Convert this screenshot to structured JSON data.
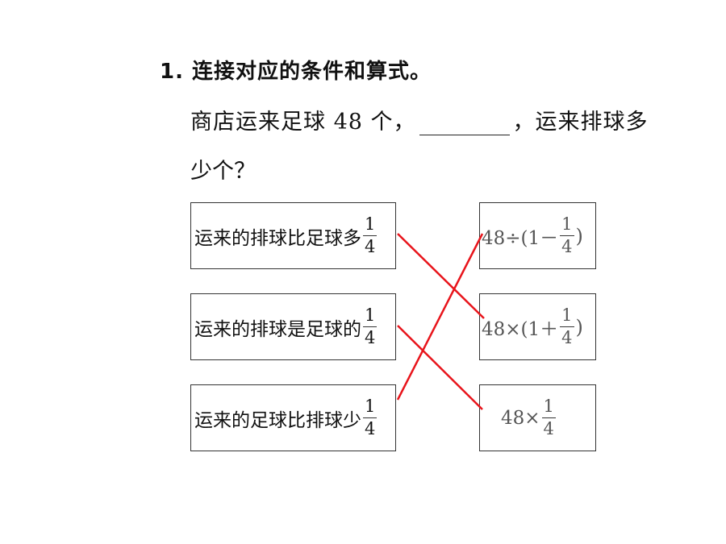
{
  "question": {
    "number": "1.",
    "prompt": "连接对应的条件和算式。",
    "text_before_blank": "商店运来足球 48 个，",
    "text_after_blank": "，运来排球多",
    "text_line2": "少个？"
  },
  "left_items": [
    {
      "text": "运来的排球比足球多",
      "num": "1",
      "den": "4"
    },
    {
      "text": "运来的排球是足球的",
      "num": "1",
      "den": "4"
    },
    {
      "text": "运来的足球比排球少",
      "num": "1",
      "den": "4"
    }
  ],
  "right_items": [
    {
      "pre": "48÷(1－",
      "num": "1",
      "den": "4",
      "post": ")"
    },
    {
      "pre": "48×(1＋",
      "num": "1",
      "den": "4",
      "post": ")"
    },
    {
      "pre": "48×",
      "num": "1",
      "den": "4",
      "post": ""
    }
  ],
  "connections": [
    [
      0,
      1
    ],
    [
      1,
      2
    ],
    [
      2,
      0
    ]
  ],
  "colors": {
    "link_line": "#e8141b",
    "box_border": "#333333"
  }
}
